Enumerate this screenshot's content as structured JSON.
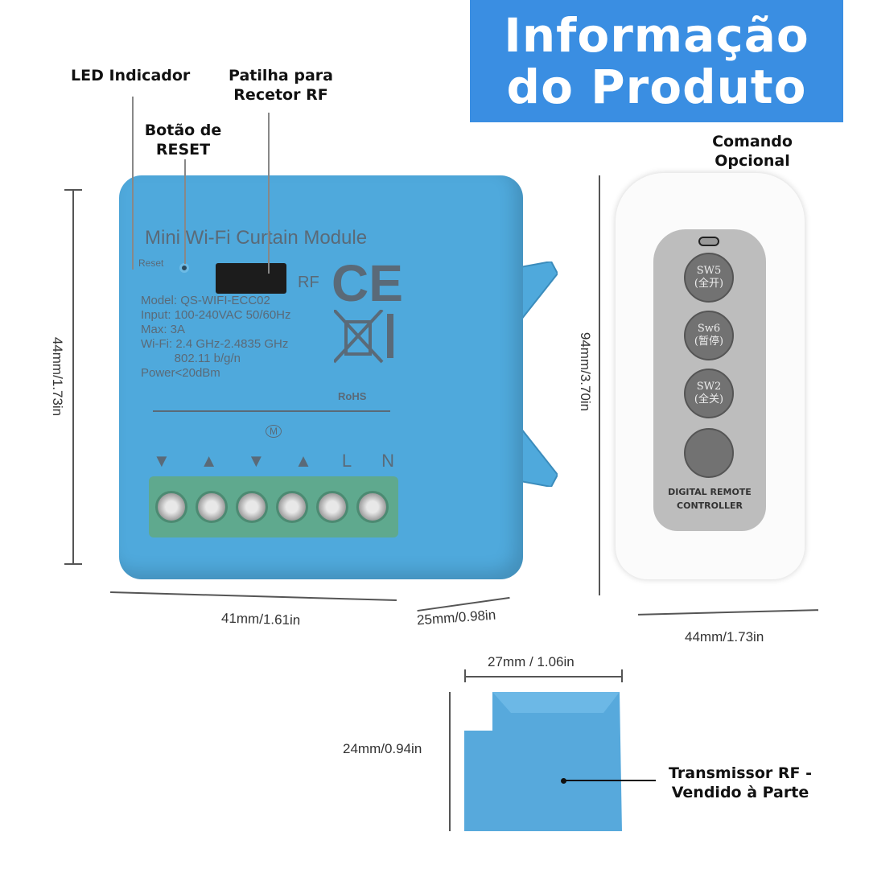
{
  "header": {
    "line1": "Informação",
    "line2": "do Produto"
  },
  "callouts": {
    "led": "LED Indicador",
    "rf_pin_1": "Patilha para",
    "rf_pin_2": "Recetor RF",
    "reset_1": "Botão de",
    "reset_2": "RESET",
    "remote_1": "Comando",
    "remote_2": "Opcional",
    "transmitter_1": "Transmissor RF -",
    "transmitter_2": "Vendido à Parte"
  },
  "dimensions": {
    "module_height": "44mm/1.73in",
    "module_width": "41mm/1.61in",
    "module_depth": "25mm/0.98in",
    "remote_height": "94mm/3.70in",
    "remote_width": "44mm/1.73in",
    "transmitter_width": "27mm / 1.06in",
    "transmitter_height": "24mm/0.94in"
  },
  "module": {
    "title": "Mini  Wi-Fi Curtain Module",
    "reset": "Reset",
    "rf": "RF",
    "ce": "CE",
    "rohs": "RoHS",
    "specs": [
      "Model:  QS-WIFI-ECC02",
      "Input: 100-240VAC 50/60Hz",
      "Max:  3A",
      "Wi-Fi: 2.4 GHz-2.4835 GHz",
      "          802.11 b/g/n",
      "Power<20dBm"
    ],
    "terminals": [
      "▼",
      "▲",
      "▼",
      "▲",
      "L",
      "N"
    ],
    "motor": "M"
  },
  "remote": {
    "buttons": [
      {
        "line1": "SW5",
        "line2": "(全开)"
      },
      {
        "line1": "Sw6",
        "line2": "(暂停)"
      },
      {
        "line1": "SW2",
        "line2": "(全关)"
      },
      {
        "line1": "",
        "line2": ""
      }
    ],
    "label_1": "DIGITAL REMOTE",
    "label_2": "CONTROLLER"
  },
  "colors": {
    "header": "#3a8ee2",
    "module": "#4fa9dc",
    "terminal": "#5fa98e"
  }
}
